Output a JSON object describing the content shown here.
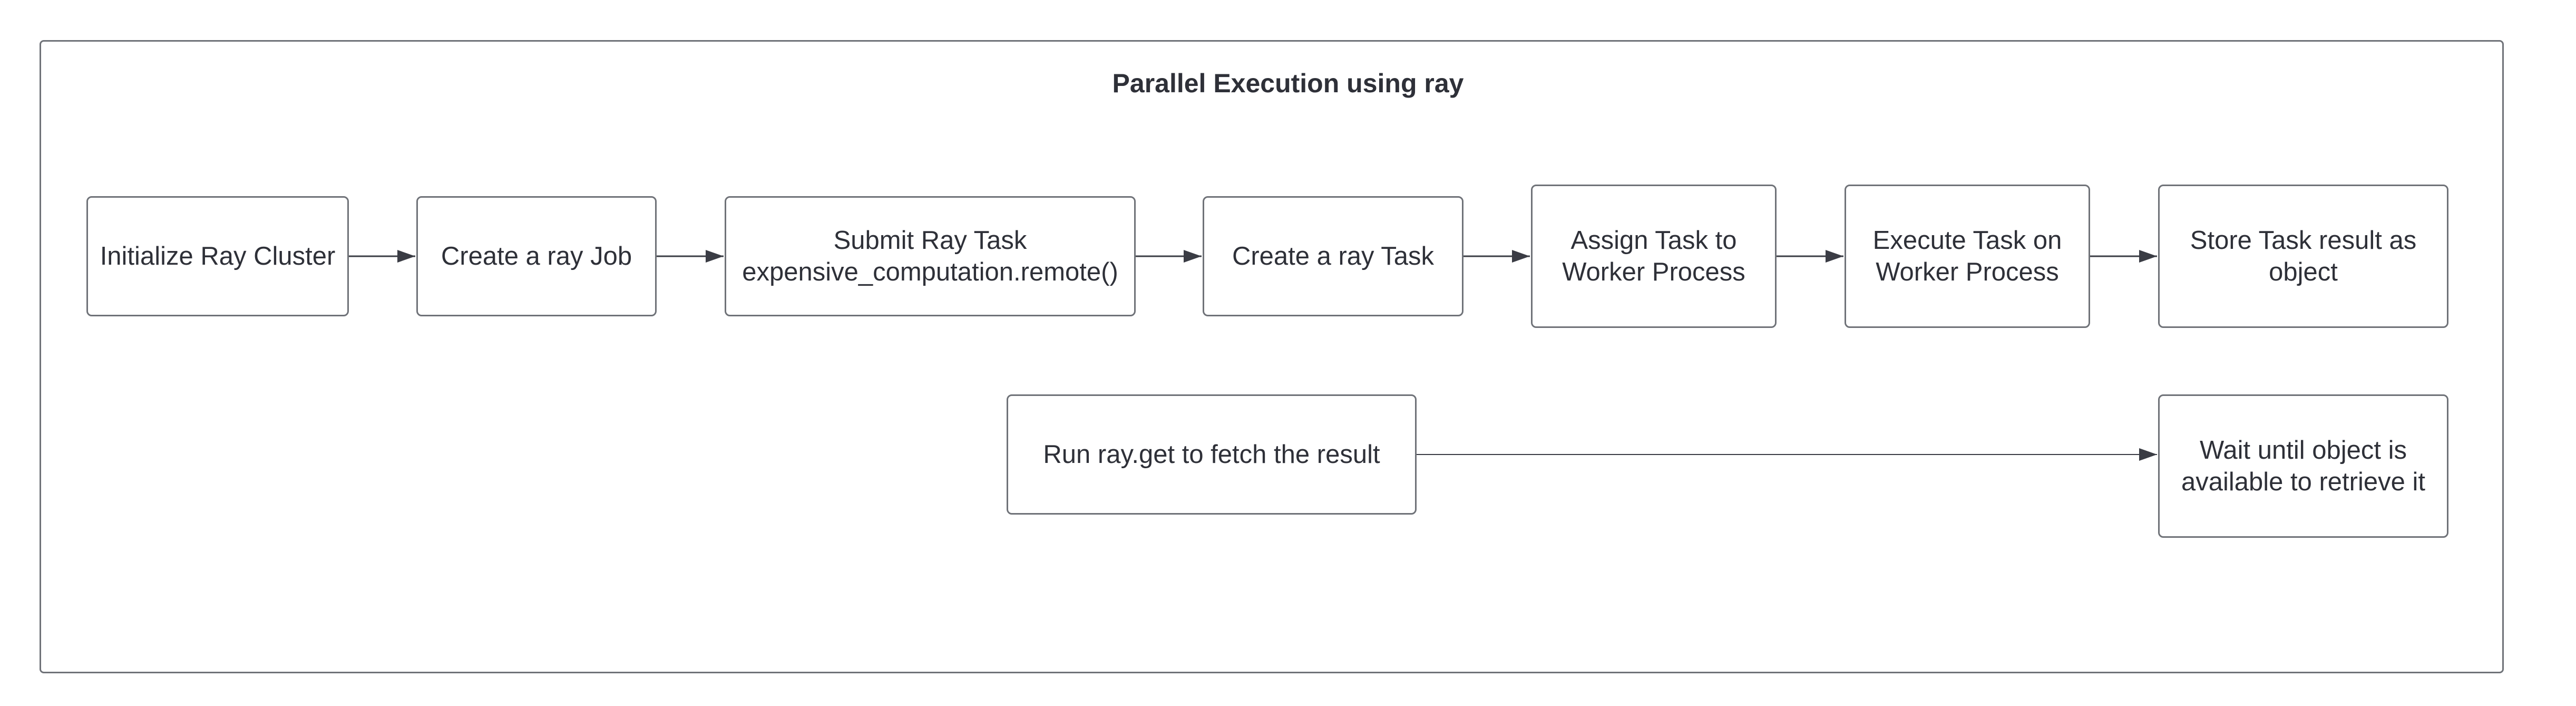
{
  "title": "Parallel Execution using ray",
  "nodes": [
    {
      "id": "n1",
      "label": "Initialize Ray Cluster"
    },
    {
      "id": "n2",
      "label": "Create a ray Job"
    },
    {
      "id": "n3",
      "label": "Submit Ray Task\nexpensive_computation.remote()"
    },
    {
      "id": "n4",
      "label": "Create a ray Task"
    },
    {
      "id": "n5",
      "label": "Assign Task to\nWorker Process"
    },
    {
      "id": "n6",
      "label": "Execute Task on\nWorker Process"
    },
    {
      "id": "n7",
      "label": "Store Task result as\nobject"
    },
    {
      "id": "n8",
      "label": "Run ray.get to fetch the result"
    },
    {
      "id": "n9",
      "label": "Wait until object is\navailable to retrieve it"
    }
  ],
  "edges": [
    {
      "from": "n1",
      "to": "n2"
    },
    {
      "from": "n2",
      "to": "n3"
    },
    {
      "from": "n3",
      "to": "n4"
    },
    {
      "from": "n4",
      "to": "n5"
    },
    {
      "from": "n5",
      "to": "n6"
    },
    {
      "from": "n6",
      "to": "n7"
    },
    {
      "from": "n8",
      "to": "n9"
    }
  ],
  "colors": {
    "stroke": "#6f7278",
    "text": "#2e3038",
    "background": "#ffffff",
    "arrow": "#3a3c44"
  }
}
